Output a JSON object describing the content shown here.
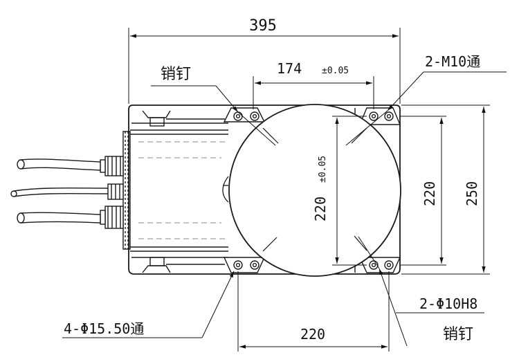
{
  "labels": {
    "overall_width": "395",
    "hole_pitch": "174",
    "hole_pitch_tol": "±0.05",
    "vertical_pitch": "220",
    "vertical_pitch_tol": "±0.05",
    "right_220": "220",
    "right_250": "250",
    "bottom_220": "220",
    "pin_top": "销钉",
    "thread": "2-M10通",
    "through_holes": "4-Φ15.50通",
    "pin_hole": "2-Φ10H8",
    "pin_bottom": "销钉"
  },
  "colors": {
    "line": "#1a1a1a",
    "hidden": "#8a8a8a",
    "background": "#ffffff"
  }
}
